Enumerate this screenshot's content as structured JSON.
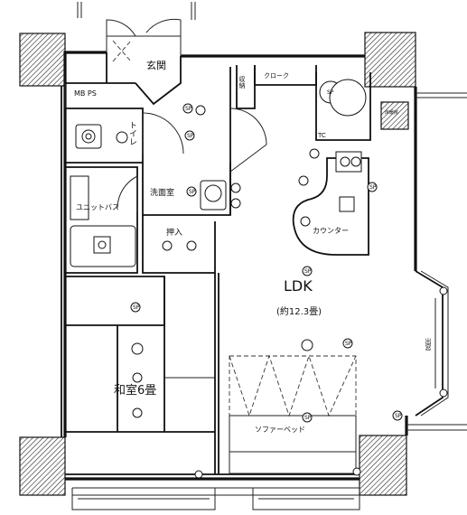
{
  "rooms": {
    "entrance": "玄関",
    "mb_ps": "MB PS",
    "closet": "クローク",
    "storage_small": "収納",
    "toilet": "トイレ",
    "washroom": "洗面室",
    "unit_bath": "ユニットバス",
    "oshiire": "押入",
    "ldk": "LDK",
    "ldk_size": "(約12.3畳)",
    "counter": "カウンター",
    "washitsu": "和室6畳",
    "sofa_bed": "ソファーベッド",
    "floor_heater": "床暖房",
    "bay_window": "出窓",
    "tc": "TC"
  },
  "symbols": {
    "sp": "SP"
  }
}
